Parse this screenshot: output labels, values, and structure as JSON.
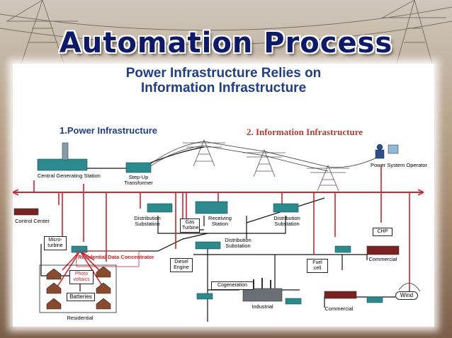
{
  "slide_title": "Automation Process",
  "heading_line1": "Power Infrastructure Relies on",
  "heading_line2": "Information Infrastructure",
  "section1": "1.Power Infrastructure",
  "section2": "2. Information Infrastructure",
  "labels": {
    "central_gen": "Central Generating Station",
    "stepup": "Step-Up Transformer",
    "operator": "Power System Operator",
    "control_center": "Control Center",
    "dist_sub_left": "Distribution Substation",
    "gas_turbine": "Gas Turbine",
    "receiving": "Receiving Station",
    "dist_sub_right": "Distribution Substation",
    "chp": "CHP",
    "microturbine": "Micro-turbine",
    "dist_sub_center": "Distribution Substation",
    "res_concentrator": "Residential Data Concentrator",
    "photovoltaics": "Photo voltaics",
    "batteries": "Batteries",
    "diesel": "Diesel Engine",
    "fuel_cell": "Fuel cell",
    "commercial_right": "Commercial",
    "cogeneration": "Cogeneration",
    "industrial": "Industrial",
    "commercial_bottom": "Commercial",
    "wind": "Wind",
    "residential": "Residential"
  },
  "colors": {
    "title": "#0d1a6b",
    "heading": "#1e3e8c",
    "info_red": "#c0392b",
    "power_line": "#111111",
    "equipment_teal": "#2a8a8e"
  }
}
